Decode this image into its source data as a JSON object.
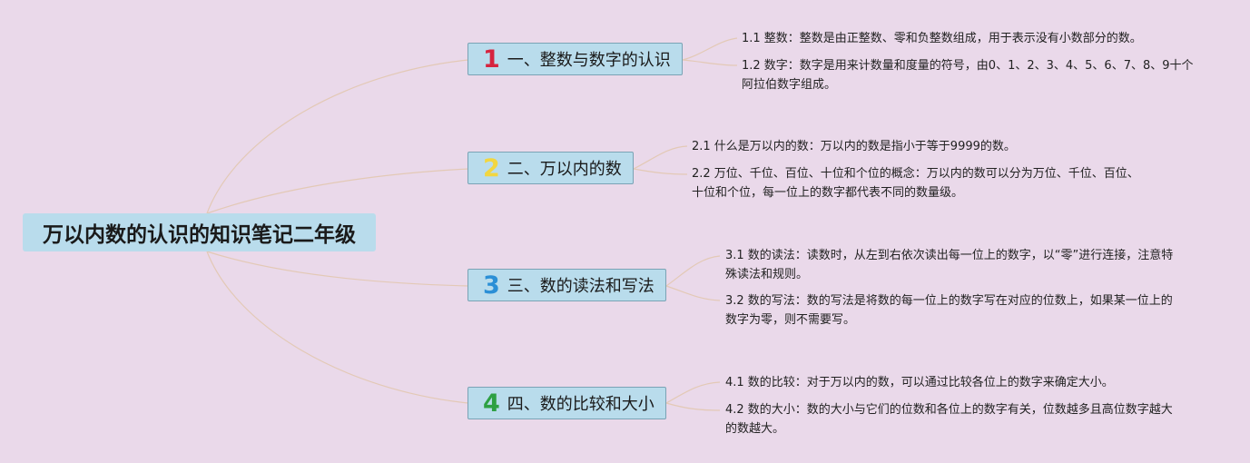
{
  "root": {
    "title": "万以内数的认识的知识笔记二年级"
  },
  "branches": [
    {
      "number": "1",
      "number_color": "#d6243f",
      "title": "一、整数与数字的认识",
      "leaves": [
        "1.1 整数：整数是由正整数、零和负整数组成，用于表示没有小数部分的数。",
        "1.2 数字：数字是用来计数量和度量的符号，由0、1、2、3、4、5、6、7、8、9十个阿拉伯数字组成。"
      ]
    },
    {
      "number": "2",
      "number_color": "#f2d640",
      "title": "二、万以内的数",
      "leaves": [
        "2.1 什么是万以内的数：万以内的数是指小于等于9999的数。",
        "2.2 万位、千位、百位、十位和个位的概念：万以内的数可以分为万位、千位、百位、十位和个位，每一位上的数字都代表不同的数量级。"
      ]
    },
    {
      "number": "3",
      "number_color": "#2b8fd6",
      "title": "三、数的读法和写法",
      "leaves": [
        "3.1 数的读法：读数时，从左到右依次读出每一位上的数字，以“零”进行连接，注意特殊读法和规则。",
        "3.2 数的写法：数的写法是将数的每一位上的数字写在对应的位数上，如果某一位上的数字为零，则不需要写。"
      ]
    },
    {
      "number": "4",
      "number_color": "#2ea043",
      "title": "四、数的比较和大小",
      "leaves": [
        "4.1 数的比较：对于万以内的数，可以通过比较各位上的数字来确定大小。",
        "4.2 数的大小：数的大小与它们的位数和各位上的数字有关，位数越多且高位数字越大的数越大。"
      ]
    }
  ]
}
